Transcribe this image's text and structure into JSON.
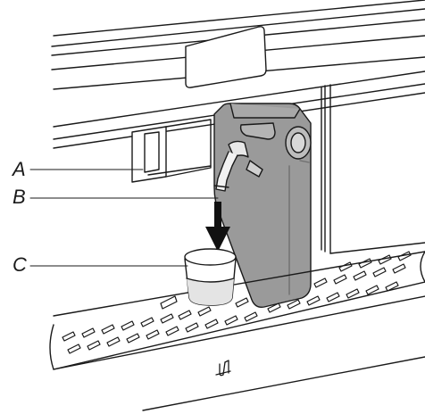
{
  "callouts": {
    "a": "A",
    "b": "B",
    "c": "C"
  },
  "colors": {
    "ink": "#1a1a1a",
    "container": "#9a9a9a",
    "container_shade": "#858585",
    "panel": "#f6f6f6",
    "glass_liquid": "#e4e4e4",
    "arrow": "#111111"
  },
  "icons": {
    "tray_symbol": "drop-hand-symbol"
  }
}
